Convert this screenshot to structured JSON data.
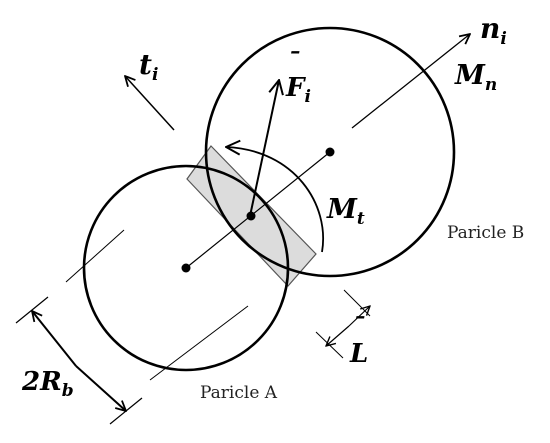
{
  "particles": {
    "a": {
      "label": "Paricle A"
    },
    "b": {
      "label": "Paricle B"
    }
  },
  "symbols": {
    "t": {
      "base": "t",
      "sub": "i"
    },
    "n": {
      "base": "n",
      "sub": "i"
    },
    "force": {
      "base": "F",
      "bar": "¯",
      "sub": "i"
    },
    "mn": {
      "base": "M",
      "sub": "n"
    },
    "mt": {
      "base": "M",
      "sub": "t"
    },
    "length": {
      "base": "L",
      "bar": "¯"
    },
    "radius": {
      "prefix": "2",
      "base": "R",
      "sub": "b"
    }
  },
  "colors": {
    "stroke": "#000000",
    "bond_fill": "#dcdcdc",
    "bond_stroke": "#555555"
  }
}
